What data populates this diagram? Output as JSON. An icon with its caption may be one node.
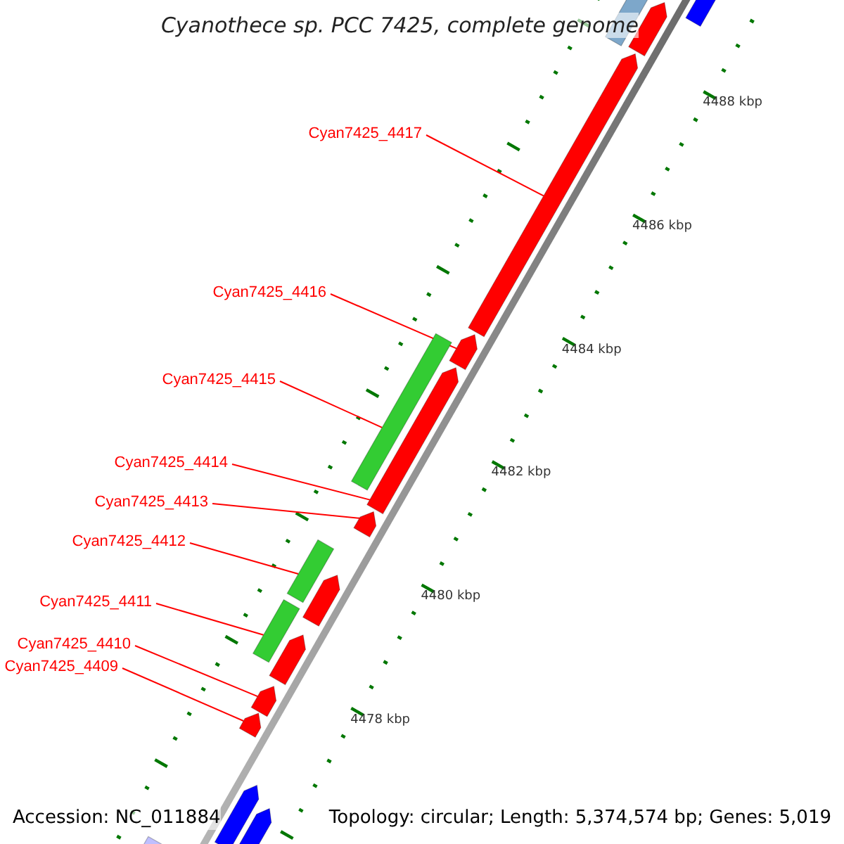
{
  "diagram": {
    "title": "Cyanothece sp. PCC 7425, complete genome",
    "nodes": [
      {
        "text": [
          "Cyan7425_4417"
        ]
      },
      {
        "text": [
          "Cyan7425_4416"
        ]
      },
      {
        "text": [
          "Cyan7425_4415"
        ]
      },
      {
        "text": [
          "Cyan7425_4414"
        ]
      },
      {
        "text": [
          "Cyan7425_4413"
        ]
      },
      {
        "text": [
          "Cyan7425_4412"
        ]
      },
      {
        "text": [
          "Cyan7425_4411"
        ]
      },
      {
        "text": [
          "Cyan7425_4410"
        ]
      },
      {
        "text": [
          "Cyan7425_4409"
        ]
      },
      {
        "text": [],
        "shape": "arrow"
      },
      {
        "text": [],
        "shape": "arrow"
      },
      {
        "text": [],
        "shape": "bar"
      },
      {
        "text": [],
        "shape": "arrow"
      },
      {
        "text": [],
        "shape": "arrow"
      },
      {
        "text": [],
        "shape": "bar"
      },
      {
        "text": [],
        "shape": "bar"
      },
      {
        "text": [],
        "shape": "arrow"
      },
      {
        "text": [],
        "shape": "arrow"
      }
    ],
    "edges": [
      {
        "from": 0,
        "to": 9,
        "arrow": "none"
      },
      {
        "from": 1,
        "to": 10,
        "arrow": "none"
      },
      {
        "from": 2,
        "to": 11,
        "arrow": "none"
      },
      {
        "from": 3,
        "to": 12,
        "arrow": "none"
      },
      {
        "from": 4,
        "to": 13,
        "arrow": "none"
      },
      {
        "from": 5,
        "to": 14,
        "arrow": "none"
      },
      {
        "from": 6,
        "to": 15,
        "arrow": "none"
      },
      {
        "from": 7,
        "to": 16,
        "arrow": "none"
      },
      {
        "from": 8,
        "to": 17,
        "arrow": "none"
      }
    ],
    "labels": [
      "4488 kbp",
      "4486 kbp",
      "4484 kbp",
      "4482 kbp",
      "4480 kbp",
      "4478 kbp",
      "Accession: NC_011884",
      "Topology: circular; Length: 5,374,574 bp; Genes: 5,019"
    ]
  }
}
